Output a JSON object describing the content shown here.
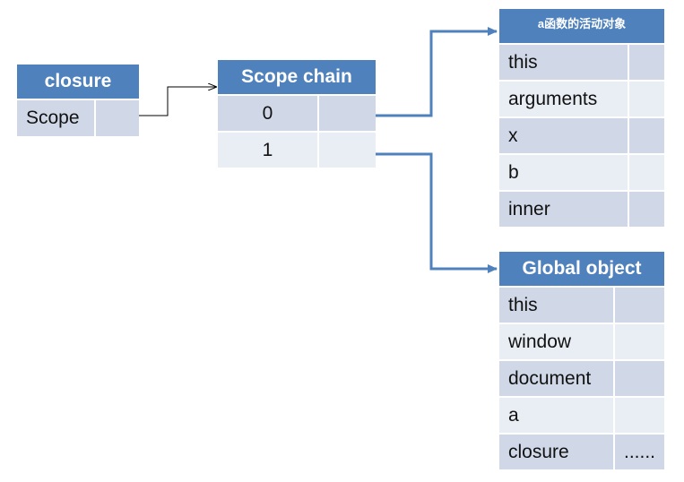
{
  "closure_table": {
    "title": "closure",
    "rows": [
      {
        "key": "Scope",
        "value": ""
      }
    ]
  },
  "scope_chain_table": {
    "title": "Scope chain",
    "rows": [
      {
        "key": "0",
        "value": ""
      },
      {
        "key": "1",
        "value": ""
      }
    ]
  },
  "activation_object_table": {
    "title": "a函数的活动对象",
    "rows": [
      {
        "key": "this",
        "value": ""
      },
      {
        "key": "arguments",
        "value": ""
      },
      {
        "key": "x",
        "value": ""
      },
      {
        "key": "b",
        "value": ""
      },
      {
        "key": "inner",
        "value": ""
      }
    ]
  },
  "global_object_table": {
    "title": "Global object",
    "rows": [
      {
        "key": "this",
        "value": ""
      },
      {
        "key": "window",
        "value": ""
      },
      {
        "key": "document",
        "value": ""
      },
      {
        "key": "a",
        "value": ""
      },
      {
        "key": "closure",
        "value": "......"
      }
    ]
  },
  "colors": {
    "header": "#4f81bd",
    "row_dark": "#d0d8e8",
    "row_light": "#e9edf4",
    "arrow_blue": "#4f81bd",
    "arrow_black": "#000000"
  }
}
